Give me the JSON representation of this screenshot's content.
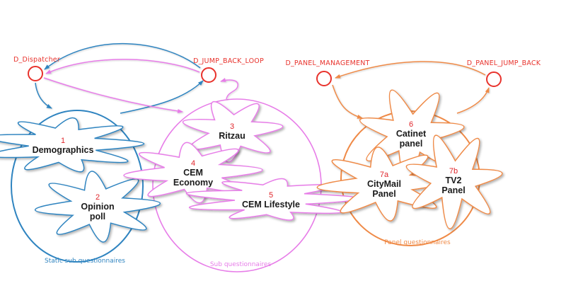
{
  "diagram": {
    "colors": {
      "main_flow": "#e8322c",
      "static": "#2f84c0",
      "sub": "#e77de8",
      "panel": "#ef8a47",
      "cloud_number": "#e0262b"
    },
    "nodes": [
      {
        "id": "dispatcher",
        "label": "D_Dispatcher"
      },
      {
        "id": "jump_back_loop",
        "label": "D_JUMP_BACK_LOOP"
      },
      {
        "id": "panel_management",
        "label": "D_PANEL_MANAGEMENT"
      },
      {
        "id": "panel_jump_back",
        "label": "D_PANEL_JUMP_BACK"
      }
    ],
    "groups": [
      {
        "id": "static",
        "label": "Static sub questionnaires",
        "clouds": [
          {
            "number": "1",
            "lines": [
              "Demographics"
            ]
          },
          {
            "number": "2",
            "lines": [
              "Opinion",
              "poll"
            ]
          }
        ]
      },
      {
        "id": "sub",
        "label": "Sub questionnaires",
        "clouds": [
          {
            "number": "3",
            "lines": [
              "Ritzau"
            ]
          },
          {
            "number": "4",
            "lines": [
              "CEM",
              "Economy"
            ]
          },
          {
            "number": "5",
            "lines": [
              "CEM Lifestyle"
            ]
          }
        ]
      },
      {
        "id": "panel",
        "label": "Panel questionnaires",
        "clouds": [
          {
            "number": "6",
            "lines": [
              "Catinet",
              "panel"
            ]
          },
          {
            "number": "7a",
            "lines": [
              "CityMail",
              "Panel"
            ]
          },
          {
            "number": "7b",
            "lines": [
              "TV2",
              "Panel"
            ]
          }
        ]
      }
    ]
  }
}
